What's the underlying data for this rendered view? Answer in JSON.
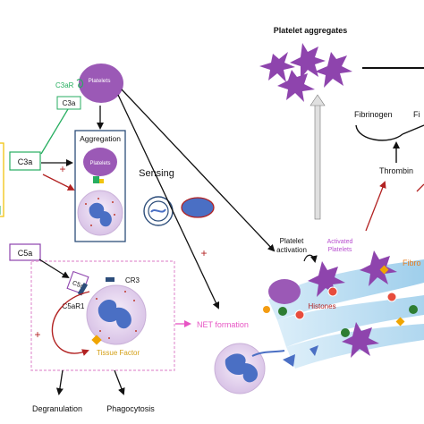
{
  "labels": {
    "platelet_aggregates": "Platelet aggregates",
    "fibrinogen": "Fibrinogen",
    "fibrin_cut": "Fi",
    "thrombin": "Thrombin",
    "platelets_top": "Platelets",
    "platelets_box": "Platelets",
    "c3ar": "C3aR",
    "c3a_small": "C3a",
    "c3a_left": "C3a",
    "c5a_left": "C5a",
    "c5a_receptor": "C5a",
    "aggregation": "Aggregation",
    "sensing": "Sensing",
    "platelet_activation_line1": "Platelet",
    "platelet_activation_line2": "activation",
    "activated_platelets_line1": "Activated",
    "activated_platelets_line2": "Platelets",
    "fibrin_right_cut": "Fibro",
    "histones": "Histones",
    "cr3": "CR3",
    "c5ar1": "C5aR1",
    "tissue_factor": "Tissue Factor",
    "net_formation": "NET formation",
    "degranulation": "Degranulation",
    "phagocytosis": "Phagocytosis",
    "plus": "+"
  },
  "colors": {
    "platelet": "#9b59b6",
    "platelet_star": "#8e44ad",
    "c3_green": "#27ae60",
    "c5_purple": "#8e44ad",
    "red_arrow": "#b22222",
    "pink_box": "#e7a6d8",
    "net_text": "#e754c4",
    "activated_text": "#b84fd0",
    "tissue_factor_text": "#d4a017",
    "neutrophil_fill": "#ece0f2",
    "nucleus": "#4a6fc4",
    "fibrin": "#a9d6ef",
    "box_border": "#2c4d7a"
  }
}
